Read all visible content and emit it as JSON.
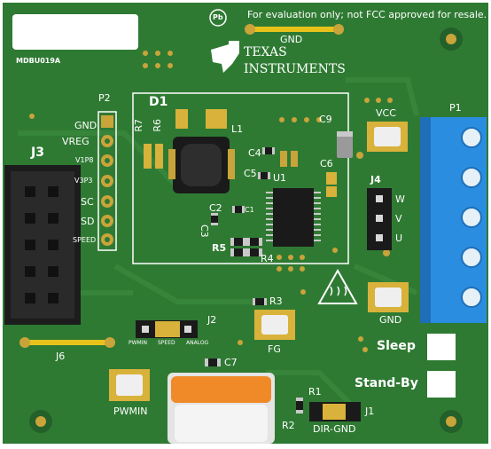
{
  "board": {
    "id_label": "MDBU019A",
    "notice": "For evaluation only; not FCC approved for resale.",
    "pb_free_mark": "Pb",
    "brand": {
      "line1": "Texas",
      "line2": "Instruments"
    },
    "colors": {
      "pcb": "#2f7a33",
      "pcb_dark": "#1f5c24",
      "silk": "#ffffff",
      "gold": "#c9a43a",
      "connector_blue": "#2a8de0"
    }
  },
  "connectors": {
    "p1": "P1",
    "p2": "P2",
    "j3": "J3",
    "j4": "J4",
    "j6": "J6",
    "j1": "J1",
    "j2": "J2",
    "p2_pins": [
      "GND",
      "VREG",
      "V1P8",
      "V3P3",
      "SC",
      "SD",
      "SPEED"
    ],
    "j4_pins": [
      "W",
      "V",
      "U"
    ],
    "j2_pins": [
      "PWMIN",
      "SPEED",
      "ANALOG"
    ],
    "j1_label": "DIR-GND"
  },
  "components": {
    "d1": "D1",
    "u1": "U1",
    "l1": "L1",
    "r7": "R7",
    "r6": "R6",
    "r5": "R5",
    "r4": "R4",
    "r3": "R3",
    "r2": "R2",
    "r1": "R1",
    "c1": "C1",
    "c2": "C2",
    "c3": "C3",
    "c4": "C4",
    "c5": "C5",
    "c6": "C6",
    "c7": "C7",
    "c9": "C9"
  },
  "testpoints": {
    "gnd_top": "GND",
    "vcc": "VCC",
    "gnd_right": "GND",
    "fg": "FG",
    "pwmin": "PWMIN"
  },
  "switch_labels": {
    "sleep": "Sleep",
    "standby": "Stand-By"
  }
}
